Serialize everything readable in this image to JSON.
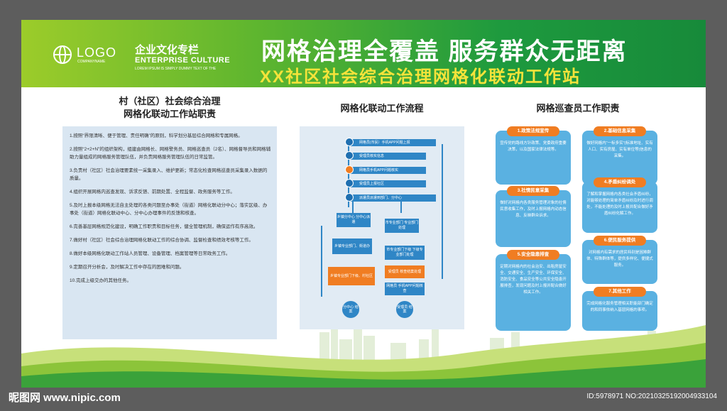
{
  "header": {
    "logo_text": "LOGO",
    "logo_sub": "COMPANYNAME",
    "culture_cn": "企业文化专栏",
    "culture_en": "ENTERPRISE CULTURE",
    "culture_small": "LOREM IPSUM IS SIMPLY DUMMY TEXT OF THE",
    "main_title": "网格治理全覆盖  服务群众无距离",
    "sub_title": "XX社区社会综合治理网格化联动工作站"
  },
  "left": {
    "title_line1": "村（社区）社会综合治理",
    "title_line2": "网格化联动工作站职责",
    "items": [
      "1.按照“界限清晰、便于管理、责任明确”的原则，科学划分基层综合网格和专属网格。",
      "2.按照“2+2+N”的组织架构，组建由网格长、网格警务员、网格巡查员（2名）、网格督导员和网格辅助力量组成的网格服务管理队伍，并负责网格服务管理队伍的日常监管。",
      "3.负责村（社区）社会治理要素统一采集录入、维护更新；常态化检查网格巡查员采集录入数据的质量。",
      "4.组织开展网格内巡查发现、诉求反馈、前期处置、全程监督、政务服务等工作。",
      "5.及时上报本级网格无法自主处理的各类问题至办事处（街道）网格化联动分中心；落实区级、办事处（街道）网格化联动中心、分中心办理事件的反馈和核查。",
      "6.完善基层网格规范化建设，明确工作职责和目标任务，健全管理机制，确保运作有序高效。",
      "7.做好村（社区）社会综合治理网格化联动工作的综合协调、监督检查和绩效考核等工作。",
      "8.做好本级网格化联动工作站人员管理、设备管理、档案管理等日常政务工作。",
      "9.定期召开分析会，及时解决工作中存在的困难和问题。",
      "10.完成上级交办的其他任务。"
    ]
  },
  "middle": {
    "title": "网格化联动工作流程",
    "step1": "网格员(市民）手机APP问题上报",
    "step2": "受理员核实信息",
    "step3": "网格员手机APP问题核实",
    "step4": "受理员上报社区",
    "step5": "派遣员派遣到部门、分中心",
    "box_a": "乡镇分中心 分中心派遣",
    "box_b": "市专业部门 专业部门处理",
    "box_c": "乡镇专业部门、街道办",
    "box_d": "市专业部门下级 下级专业部门处理",
    "box_e": "乡镇专业部门下级、村社区",
    "box_f": "受理员 核查结案处理",
    "box_g": "网格员 手机APP问题核查",
    "circle_a": "分中心 结案",
    "circle_b": "受理员 结案"
  },
  "right": {
    "title": "网格巡查员工作职责",
    "cards": [
      {
        "head": "1.政策法规宣传",
        "body": "宣传党的路线方针政策、党委政府重要决策，以及国家法律法规等。"
      },
      {
        "head": "2.基础信息采集",
        "body": "做好网格内“一标多实”(标准地址、实有人口、实有房屋、实有单位等)信息的采集。"
      },
      {
        "head": "3.社情民意采集",
        "body": "做好对网格内各类服务管理对象的社情民意收集工作，及时上报网格内动态信息、反映群众诉求。"
      },
      {
        "head": "4.矛盾纠纷调处",
        "body": "了解和掌握网格内各类社会矛盾纠纷，对能够处理的简单矛盾纠纷及时进行调处，不能处理的及时上报并配合做好矛盾纠纷化解工作。"
      },
      {
        "head": "5.安全隐患排查",
        "body": "定期对网格内的社会治安、出租房屋安全、交通安全、生产安全、环保安全、消防安全、食品安全等公共安全隐患开展排查，发现问题及时上报并配合做好相关工作。"
      },
      {
        "head": "6.便民服务提供",
        "body": "对网格内有需求的居民特别是困难群体、特殊群体等，提供多样化、便捷式服务。"
      },
      {
        "head": "7.其他工作",
        "body": "完成网格化服务管理相关职能部门确定的和同事依纳入基层网格的事项。"
      }
    ]
  },
  "watermark": {
    "left": "昵图网 www.nipic.com",
    "right": "ID:5978971 NO:20210325192004933104"
  },
  "colors": {
    "header_green": "#1e9a3e",
    "subtitle_yellow": "#f5e33a",
    "card_blue": "#5ab1e1",
    "card_head_orange": "#f07d22",
    "flow_blue": "#2f86c6"
  }
}
